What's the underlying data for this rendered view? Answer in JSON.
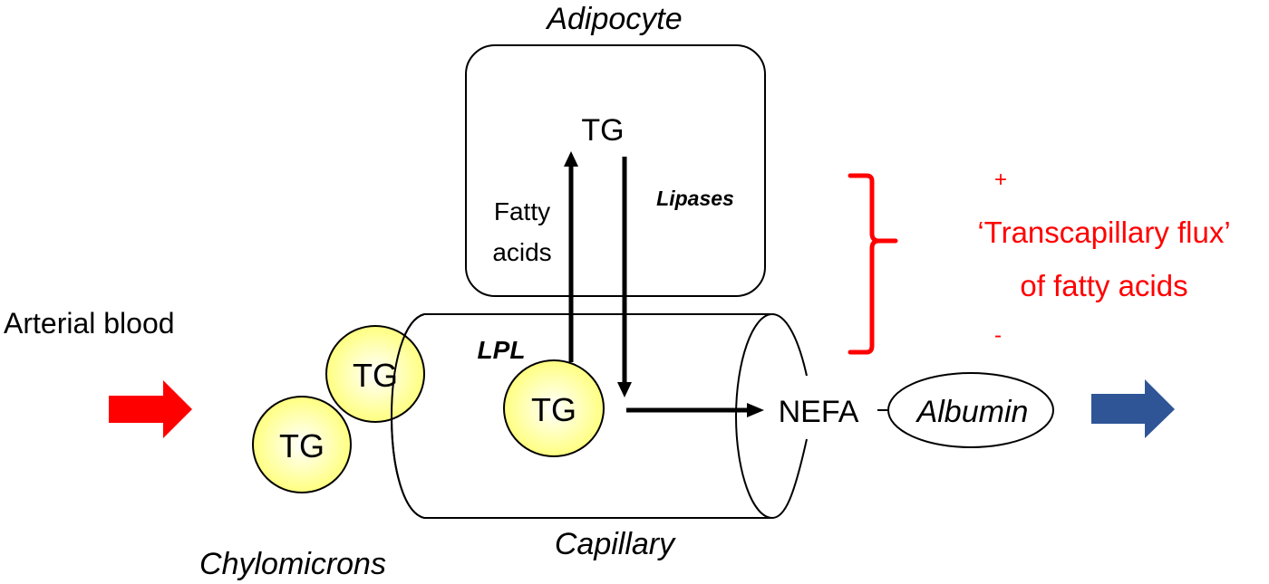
{
  "diagram": {
    "title_adipocyte": "Adipocyte",
    "adipocyte_tg": "TG",
    "fatty_acids_line1": "Fatty",
    "fatty_acids_line2": "acids",
    "lipases": "Lipases",
    "arterial_blood": "Arterial blood",
    "lpl": "LPL",
    "chylomicron_tg_1": "TG",
    "chylomicron_tg_2": "TG",
    "capillary_tg": "TG",
    "nefa": "NEFA",
    "albumin": "Albumin",
    "capillary": "Capillary",
    "chylomicrons": "Chylomicrons",
    "flux_plus": "+",
    "flux_line1": "‘Transcapillary flux’",
    "flux_line2": "of fatty acids",
    "flux_minus": "-"
  },
  "colors": {
    "red_arrow": "#ff0000",
    "blue_arrow": "#2f5597",
    "flux_text": "#ff0000",
    "tg_fill_center": "#ffffff",
    "tg_fill_edge": "#ffff80"
  }
}
